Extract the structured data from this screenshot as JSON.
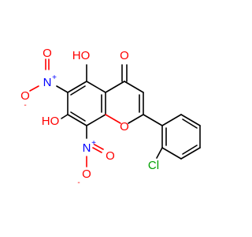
{
  "molecule": {
    "atoms": {
      "carbonyl_o": "O",
      "ring_o": "O",
      "oh_5": "HO",
      "oh_7": "HO",
      "no2_6_n": "N",
      "no2_6_charge_n": "+",
      "no2_6_o_top": "O",
      "no2_6_o_left": "O",
      "no2_6_charge_o": "-",
      "no2_8_n": "N",
      "no2_8_charge_n": "+",
      "no2_8_o_right": "O",
      "no2_8_o_bottom": "O",
      "no2_8_charge_o": "-",
      "chlorine": "Cl"
    },
    "colors": {
      "carbon": "#000000",
      "oxygen": "#ff0000",
      "nitrogen": "#0000ff",
      "chlorine": "#00a000"
    }
  }
}
